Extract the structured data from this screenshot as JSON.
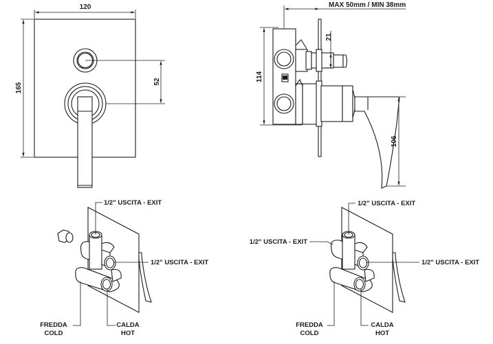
{
  "front_view": {
    "width_label": "120",
    "height_label": "165",
    "spacing_label": "52"
  },
  "side_view": {
    "depth_label": "MAX 50mm / MIN 38mm",
    "body_height_label": "114",
    "spindle_label": "21",
    "lever_label": "106"
  },
  "iso_left": {
    "exit_top_label": "1/2\" USCITA - EXIT",
    "exit_right_label": "1/2\" USCITA - EXIT",
    "cold_label_1": "FREDDA",
    "cold_label_2": "COLD",
    "hot_label_1": "CALDA",
    "hot_label_2": "HOT"
  },
  "iso_right": {
    "exit_top_label": "1/2\" USCITA - EXIT",
    "exit_left_label": "1/2\" USCITA - EXIT",
    "exit_right_label": "1/2\" USCITA - EXIT",
    "cold_label_1": "FREDDA",
    "cold_label_2": "COLD",
    "hot_label_1": "CALDA",
    "hot_label_2": "HOT"
  }
}
